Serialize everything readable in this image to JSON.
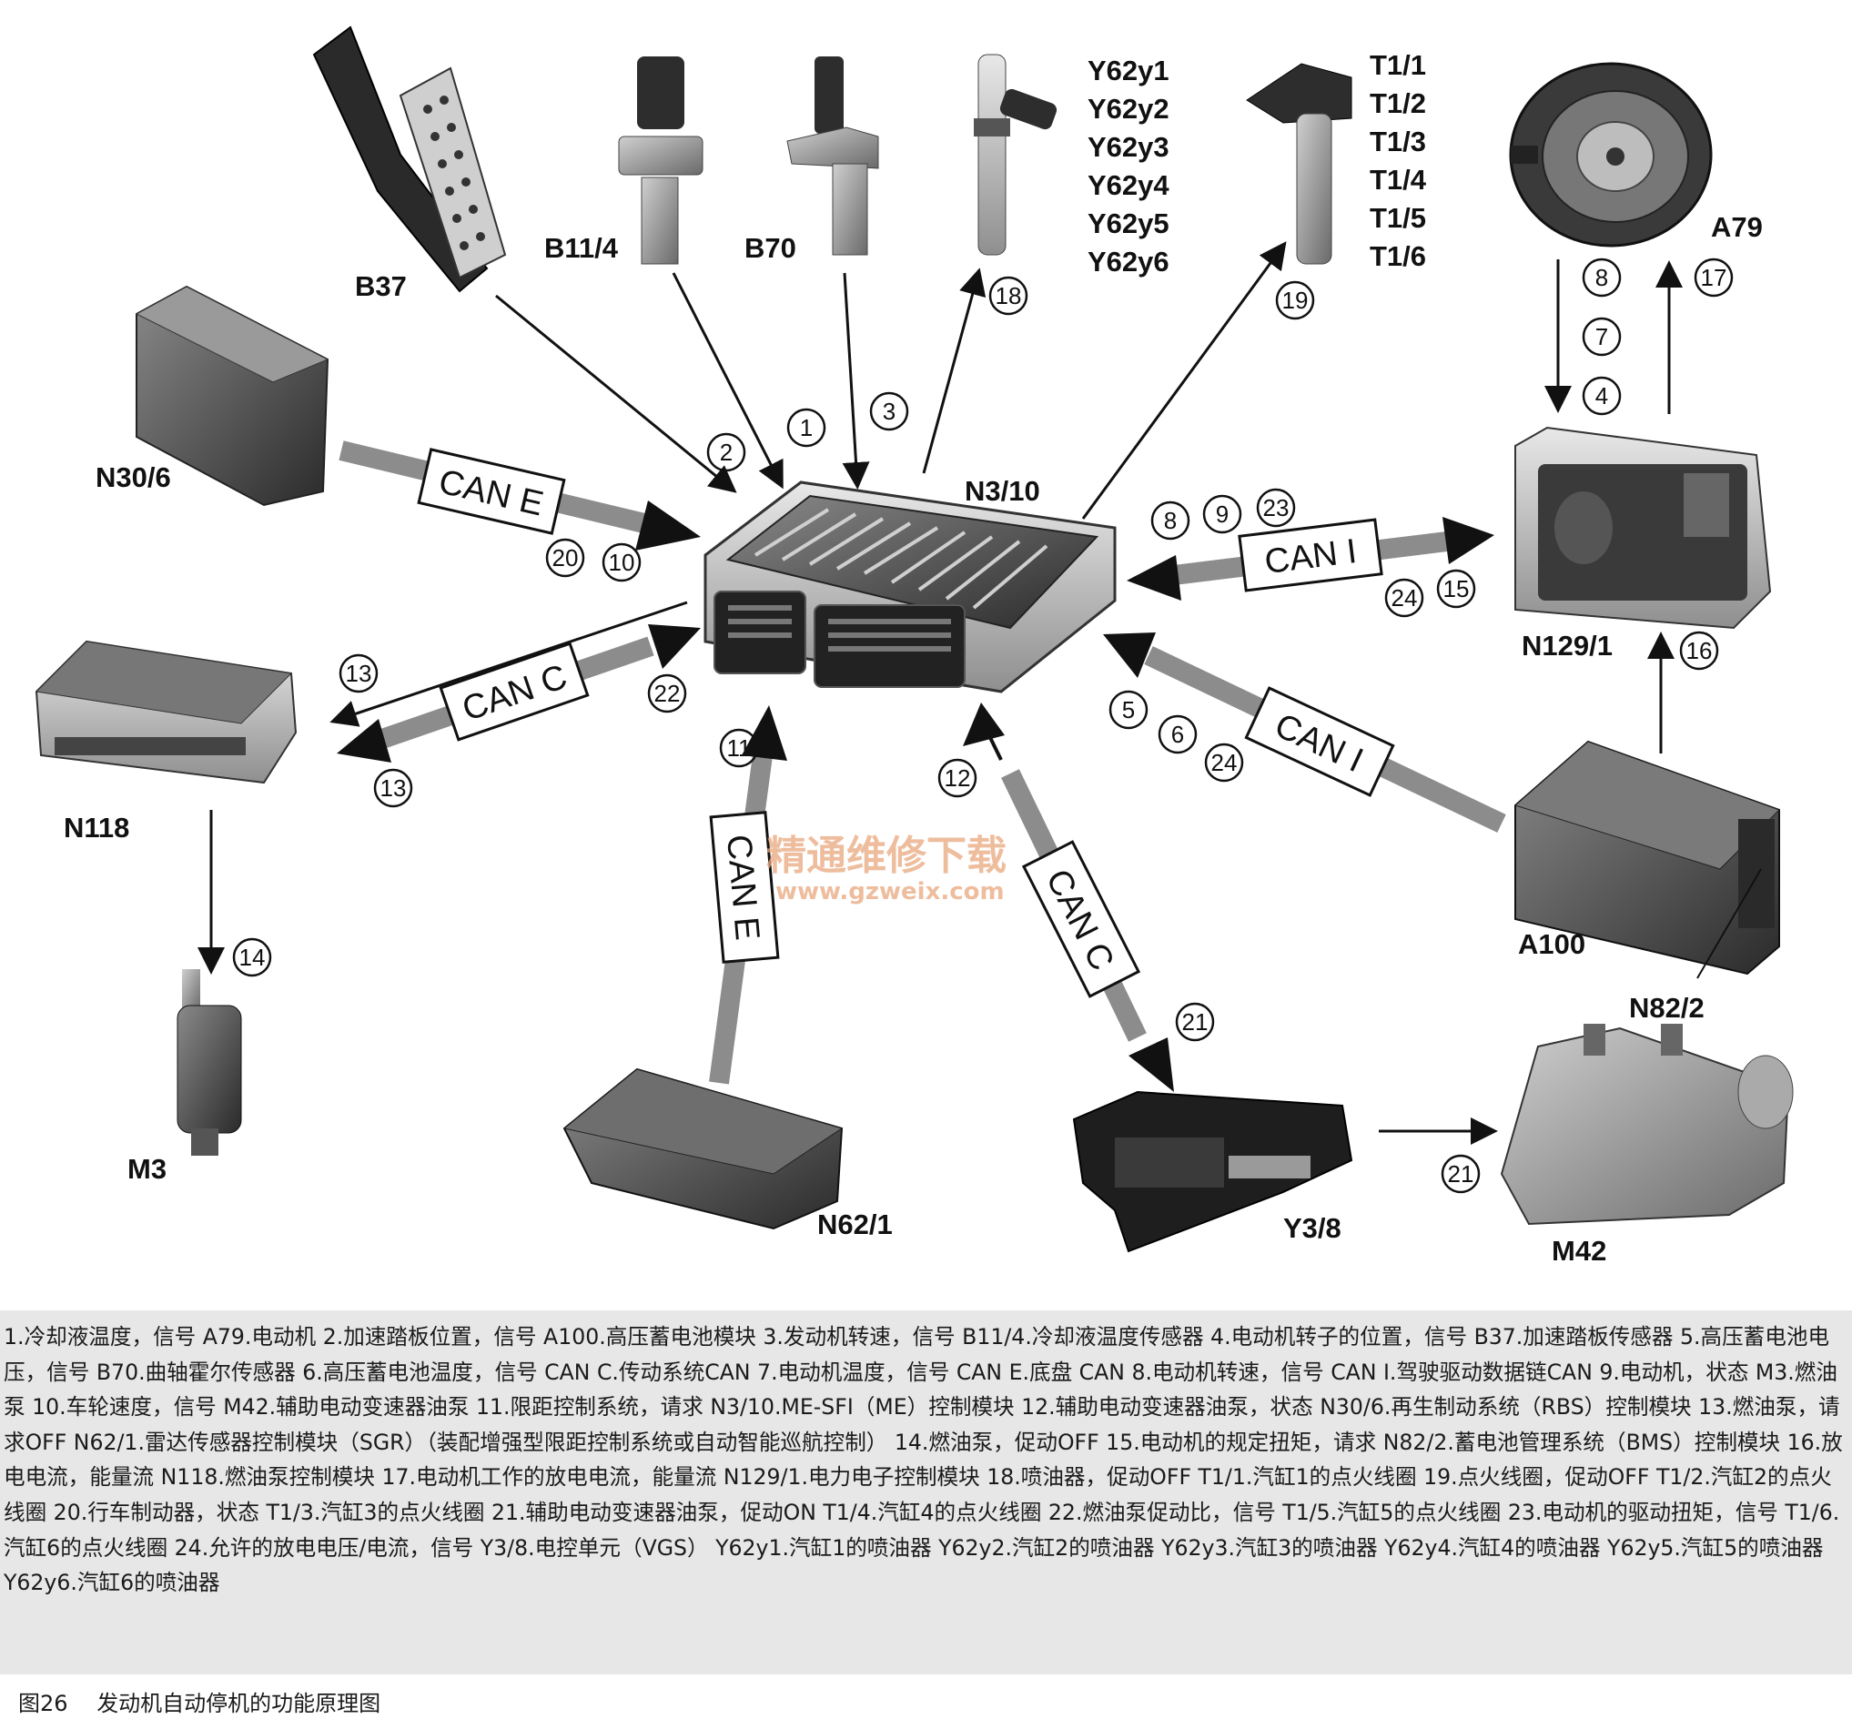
{
  "components": {
    "B37": "B37",
    "B11_4": "B11/4",
    "B70": "B70",
    "Y62": [
      "Y62y1",
      "Y62y2",
      "Y62y3",
      "Y62y4",
      "Y62y5",
      "Y62y6"
    ],
    "T1": [
      "T1/1",
      "T1/2",
      "T1/3",
      "T1/4",
      "T1/5",
      "T1/6"
    ],
    "A79": "A79",
    "N30_6": "N30/6",
    "N3_10": "N3/10",
    "N129_1": "N129/1",
    "N118": "N118",
    "A100": "A100",
    "N82_2": "N82/2",
    "M3": "M3",
    "N62_1": "N62/1",
    "Y3_8": "Y3/8",
    "M42": "M42"
  },
  "signals": {
    "s1": "1",
    "s2": "2",
    "s3": "3",
    "s18": "18",
    "s19": "19",
    "a79_8": "8",
    "a79_7": "7",
    "a79_4": "4",
    "a79_17": "17",
    "caninew_20": "20",
    "caninew_10": "10",
    "cani_8": "8",
    "cani_9": "9",
    "cani_23": "23",
    "cani_24": "24",
    "cani_15": "15",
    "s16": "16",
    "canc_13a": "13",
    "canc_13b": "13",
    "canc_22": "22",
    "s11": "11",
    "s12": "12",
    "cani2_5": "5",
    "cani2_6": "6",
    "cani2_24": "24",
    "s14": "14",
    "s21a": "21",
    "s21b": "21"
  },
  "bus_labels": {
    "can_e_1": "CAN E",
    "can_i_1": "CAN I",
    "can_c_1": "CAN C",
    "can_i_2": "CAN I",
    "can_e_2": "CAN E",
    "can_c_2": "CAN C"
  },
  "watermark": {
    "line1": "精通维修下载",
    "line2": "www.gzweix.com"
  },
  "legend_text": "1.冷却液温度，信号 A79.电动机 2.加速踏板位置，信号 A100.高压蓄电池模块 3.发动机转速，信号 B11/4.冷却液温度传感器 4.电动机转子的位置，信号 B37.加速踏板传感器 5.高压蓄电池电压，信号 B70.曲轴霍尔传感器 6.高压蓄电池温度，信号 CAN C.传动系统CAN 7.电动机温度，信号 CAN E.底盘 CAN 8.电动机转速，信号 CAN I.驾驶驱动数据链CAN 9.电动机，状态 M3.燃油泵 10.车轮速度，信号 M42.辅助电动变速器油泵 11.限距控制系统，请求 N3/10.ME-SFI（ME）控制模块 12.辅助电动变速器油泵，状态 N30/6.再生制动系统（RBS）控制模块 13.燃油泵，请求OFF N62/1.雷达传感器控制模块（SGR）（装配增强型限距控制系统或自动智能巡航控制） 14.燃油泵，促动OFF 15.电动机的规定扭矩，请求 N82/2.蓄电池管理系统（BMS）控制模块 16.放电电流，能量流 N118.燃油泵控制模块 17.电动机工作的放电电流，能量流 N129/1.电力电子控制模块 18.喷油器，促动OFF T1/1.汽缸1的点火线圈 19.点火线圈，促动OFF T1/2.汽缸2的点火线圈 20.行车制动器，状态 T1/3.汽缸3的点火线圈 21.辅助电动变速器油泵，促动ON T1/4.汽缸4的点火线圈 22.燃油泵促动比，信号 T1/5.汽缸5的点火线圈 23.电动机的驱动扭矩，信号 T1/6.汽缸6的点火线圈 24.允许的放电电压/电流，信号 Y3/8.电控单元（VGS） Y62y1.汽缸1的喷油器 Y62y2.汽缸2的喷油器 Y62y3.汽缸3的喷油器 Y62y4.汽缸4的喷油器 Y62y5.汽缸5的喷油器 Y62y6.汽缸6的喷油器",
  "caption": {
    "number": "图26",
    "title": "发动机自动停机的功能原理图"
  }
}
